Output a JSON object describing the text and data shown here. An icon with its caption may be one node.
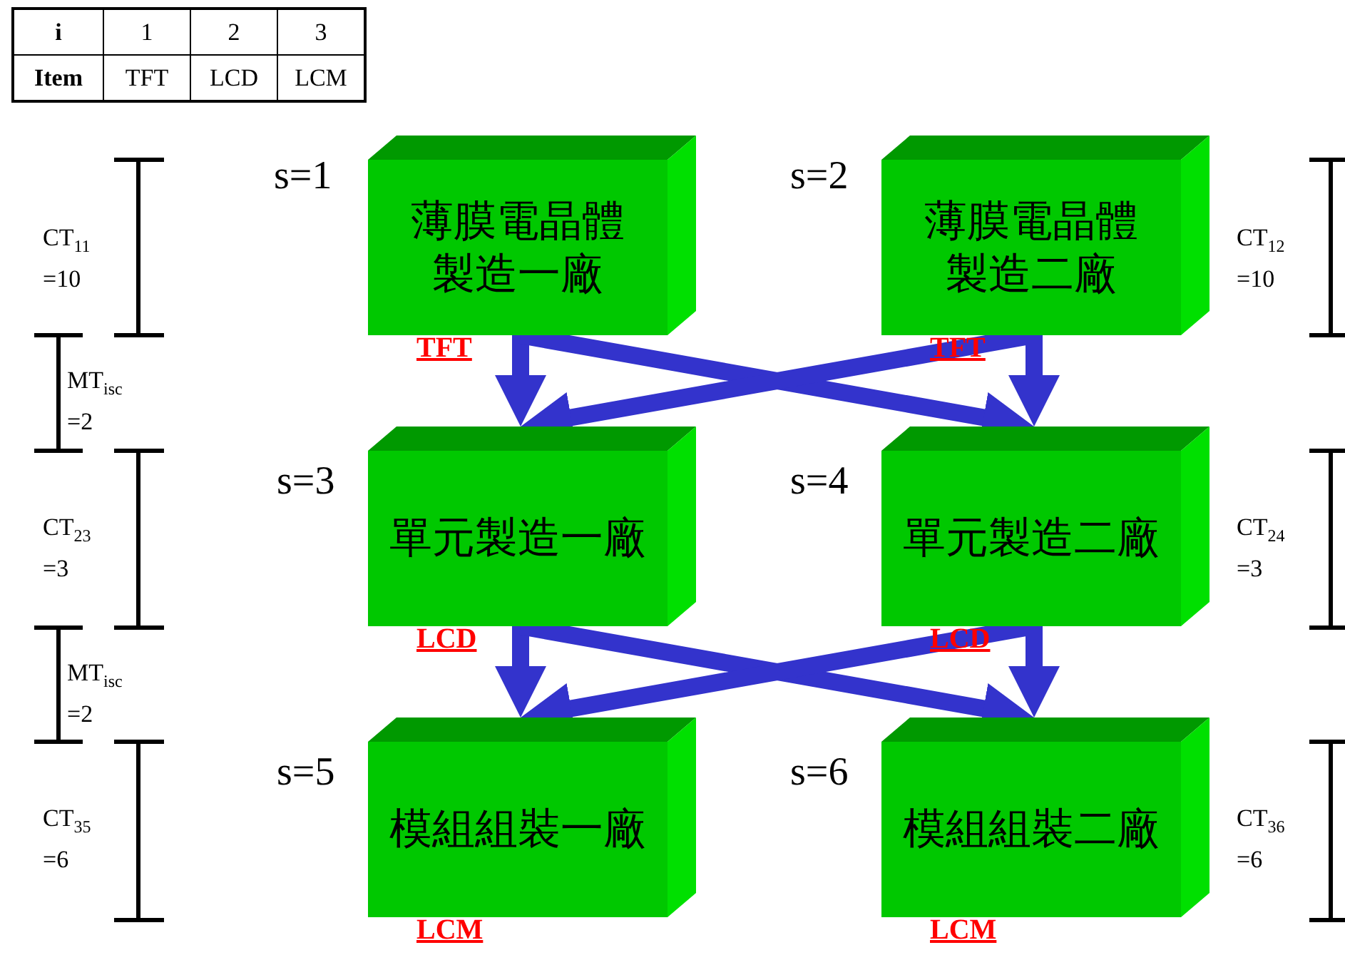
{
  "diagram": {
    "nodes": [
      {
        "text": [
          "薄膜電晶體製造一廠"
        ],
        "beside": [
          "s=1",
          "TFT"
        ]
      },
      {
        "text": [
          "薄膜電晶體製造二廠"
        ],
        "beside": [
          "s=2",
          "TFT"
        ]
      },
      {
        "text": [
          "單元製造一廠"
        ],
        "beside": [
          "s=3",
          "LCD"
        ]
      },
      {
        "text": [
          "單元製造二廠"
        ],
        "beside": [
          "s=4",
          "LCD"
        ]
      },
      {
        "text": [
          "模組組裝一廠"
        ],
        "beside": [
          "s=5",
          "LCM"
        ]
      },
      {
        "text": [
          "模組組裝二廠"
        ],
        "beside": [
          "s=6",
          "LCM"
        ]
      }
    ],
    "edges": [
      {
        "from": 0,
        "to": 2,
        "arrow": "to"
      },
      {
        "from": 0,
        "to": 3,
        "arrow": "to"
      },
      {
        "from": 1,
        "to": 2,
        "arrow": "to"
      },
      {
        "from": 1,
        "to": 3,
        "arrow": "to"
      },
      {
        "from": 2,
        "to": 4,
        "arrow": "to"
      },
      {
        "from": 2,
        "to": 5,
        "arrow": "to"
      },
      {
        "from": 3,
        "to": 4,
        "arrow": "to"
      },
      {
        "from": 3,
        "to": 5,
        "arrow": "to"
      }
    ],
    "labels": [
      "i",
      "1",
      "2",
      "3",
      "Item",
      "TFT",
      "LCD",
      "LCM",
      "CT$_{11}$ =10",
      "CT$_{12}$ =10",
      "MT$_{isc}$ =2",
      "CT$_{23}$ =3",
      "CT$_{24}$ =3",
      "MT$_{isc}$ =2",
      "CT$_{35}$ =6",
      "CT$_{36}$ =6"
    ]
  }
}
